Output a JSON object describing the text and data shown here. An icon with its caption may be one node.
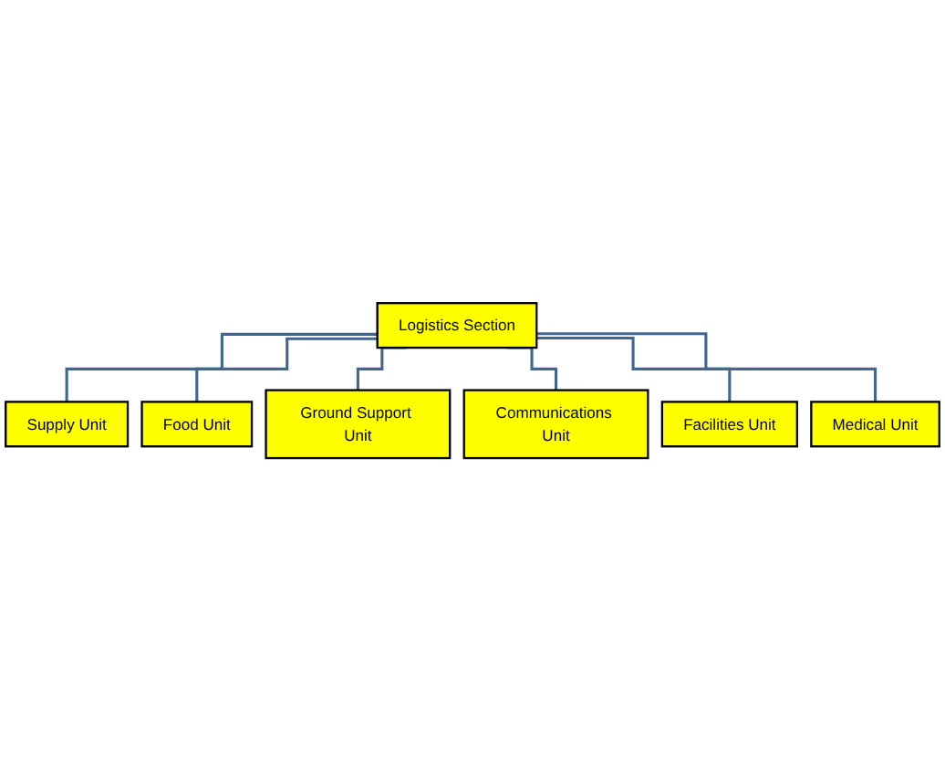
{
  "diagram": {
    "nodes": [
      {
        "text": [
          "Logistics Section"
        ]
      },
      {
        "text": [
          "Supply Unit"
        ]
      },
      {
        "text": [
          "Food Unit"
        ]
      },
      {
        "text": [
          "Ground Support Unit"
        ]
      },
      {
        "text": [
          "Communications Unit"
        ]
      },
      {
        "text": [
          "Facilities Unit"
        ]
      },
      {
        "text": [
          "Medical Unit"
        ]
      }
    ],
    "edges": [
      {
        "from": 0,
        "to": 1,
        "arrow": "none"
      },
      {
        "from": 0,
        "to": 2,
        "arrow": "none"
      },
      {
        "from": 0,
        "to": 3,
        "arrow": "none"
      },
      {
        "from": 0,
        "to": 4,
        "arrow": "none"
      },
      {
        "from": 0,
        "to": 5,
        "arrow": "none"
      },
      {
        "from": 0,
        "to": 6,
        "arrow": "none"
      }
    ]
  }
}
